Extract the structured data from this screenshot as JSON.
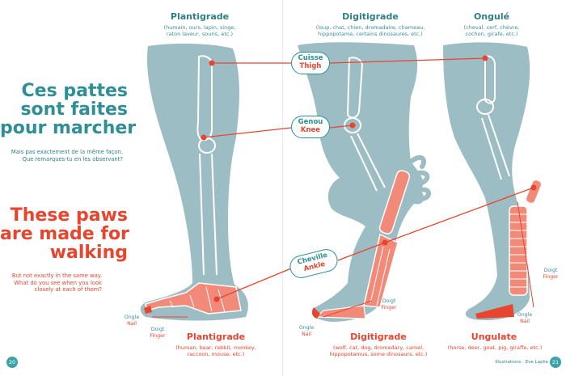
{
  "left_page": {
    "headline_fr": [
      "Ces pattes",
      "sont faites",
      "pour marcher"
    ],
    "body_fr": [
      "Mais pas exactement de la même façon.",
      "Que remarques-tu en les observant?"
    ],
    "headline_en": [
      "These paws",
      "are made for",
      "walking"
    ],
    "body_en": [
      "But not exactly in the same way.",
      "What do you see when you look",
      "closely at each of them?"
    ],
    "page_number": "20"
  },
  "plantigrade": {
    "title_fr": "Plantigrade",
    "examples_fr": [
      "(humain, ours, lapin, singe,",
      "raton laveur, souris, etc.)"
    ],
    "title_en": "Plantigrade",
    "examples_en": [
      "(human, bear, rabbit, monkey,",
      "raccoon, mouse, etc.)"
    ],
    "nail_fr": "Ongle",
    "nail_en": "Nail",
    "finger_fr": "Doigt",
    "finger_en": "Finger"
  },
  "digitigrade": {
    "title_fr": "Digitigrade",
    "examples_fr": [
      "(loup, chat, chien, dromadaire, chameau,",
      "hippopotame, certains dinosaures, etc.)"
    ],
    "title_en": "Digitigrade",
    "examples_en": [
      "(wolf, cat, dog, dromedary, camel,",
      "hippopotamus, some dinosaurs, etc.)"
    ],
    "nail_fr": "Ongle",
    "nail_en": "Nail",
    "finger_fr": "Doigt",
    "finger_en": "Finger"
  },
  "ungulate": {
    "title_fr": "Ongulé",
    "examples_fr": [
      "(cheval, cerf, chèvre,",
      "cochon, girafe, etc.)"
    ],
    "title_en": "Ungulate",
    "examples_en": [
      "(horse, deer, goat, pig, giraffe, etc.)"
    ],
    "nail_fr": "Ongle",
    "nail_en": "Nail",
    "finger_fr": "Doigt",
    "finger_en": "Finger"
  },
  "bubbles": {
    "thigh_fr": "Cuisse",
    "thigh_en": "Thigh",
    "knee_fr": "Genou",
    "knee_en": "Knee",
    "ankle_fr": "Cheville",
    "ankle_en": "Ankle"
  },
  "right_page": {
    "credit": "Illustrations : Eve Laplie",
    "page_number": "21"
  },
  "colors": {
    "teal": "#2f8f97",
    "leg_fill": "#9dbdc4",
    "red": "#e8452f",
    "bone_outline": "#ffffff"
  }
}
